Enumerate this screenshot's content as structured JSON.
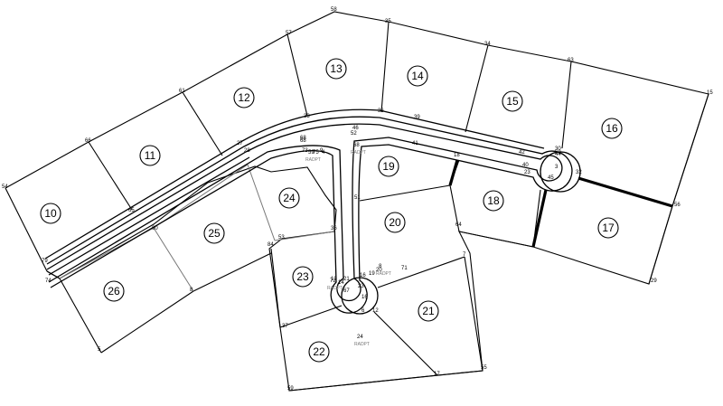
{
  "lots": [
    {
      "label": "10"
    },
    {
      "label": "11"
    },
    {
      "label": "12"
    },
    {
      "label": "13"
    },
    {
      "label": "14"
    },
    {
      "label": "15"
    },
    {
      "label": "16"
    },
    {
      "label": "17"
    },
    {
      "label": "18"
    },
    {
      "label": "19"
    },
    {
      "label": "20"
    },
    {
      "label": "21"
    },
    {
      "label": "22"
    },
    {
      "label": "23"
    },
    {
      "label": "24"
    },
    {
      "label": "25"
    },
    {
      "label": "26"
    }
  ],
  "points": [
    "58",
    "35",
    "34",
    "63",
    "15",
    "57",
    "61",
    "66",
    "54",
    "65",
    "33",
    "68",
    "36",
    "39",
    "41",
    "27",
    "28",
    "46",
    "68",
    "52",
    "44",
    "3",
    "32",
    "45",
    "18",
    "42",
    "40",
    "23",
    "30",
    "73",
    "75",
    "9",
    "4",
    "84",
    "53",
    "36",
    "51",
    "64",
    "7",
    "69",
    "12",
    "17",
    "55",
    "59",
    "37",
    "13",
    "14",
    "16",
    "19",
    "20",
    "67",
    "23",
    "16",
    "6",
    "71",
    "60",
    "8",
    "5",
    "29",
    "56",
    "79",
    "74",
    "21"
  ],
  "radius_points": [
    {
      "id": "59",
      "label": "RADPT"
    },
    {
      "id": "68",
      "label": "RADPT"
    },
    {
      "id": "72",
      "label": "RADPT"
    },
    {
      "id": "8",
      "label": "RADPT"
    },
    {
      "id": "24",
      "label": "RADPT"
    }
  ]
}
